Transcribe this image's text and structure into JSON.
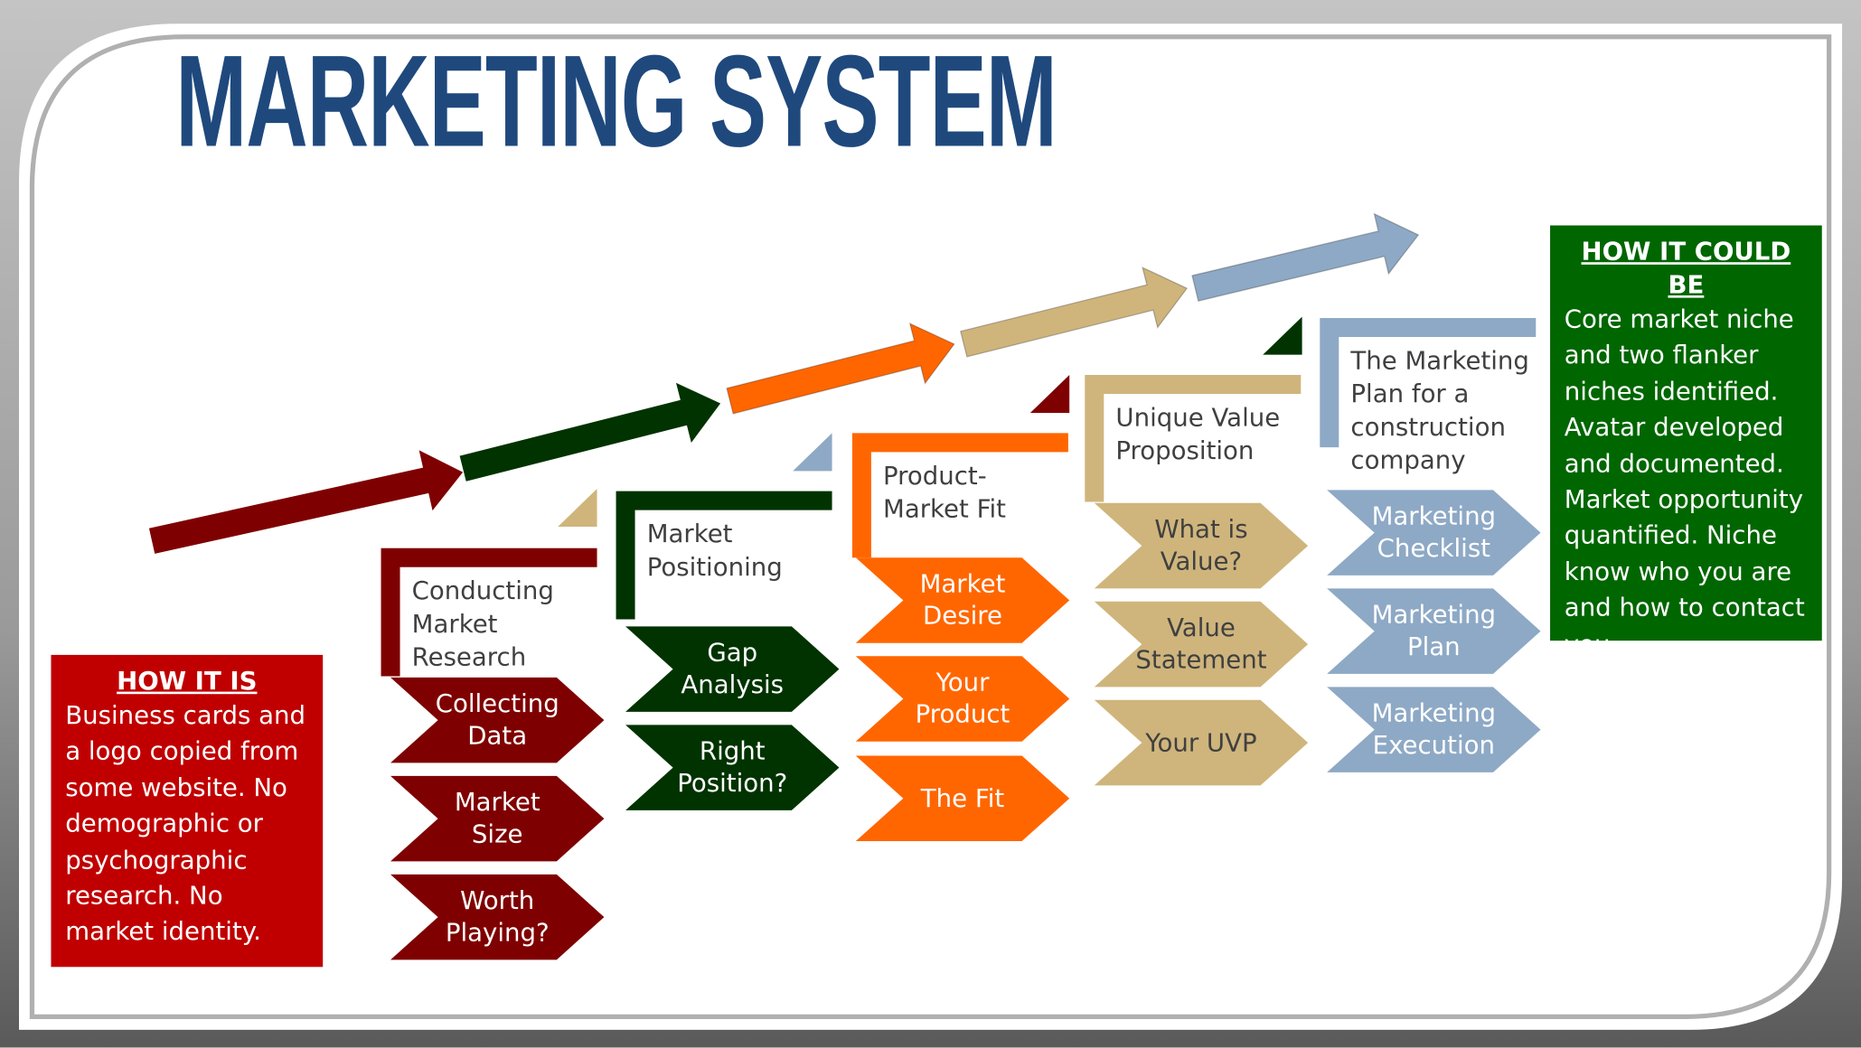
{
  "title": "MARKETING SYSTEM",
  "colors": {
    "title": "#1f497d",
    "stage1": "#7f0000",
    "stage2": "#003300",
    "stage3": "#ff6600",
    "stage4": "#cfb57c",
    "stage5": "#8ea9c5",
    "how_it_is_bg": "#c00000",
    "how_it_could_be_bg": "#006600"
  },
  "stages": [
    {
      "heading": "Conducting\nMarket\nResearch",
      "steps": [
        "Collecting\nData",
        "Market\nSize",
        "Worth\nPlaying?"
      ]
    },
    {
      "heading": "Market\nPositioning",
      "steps": [
        "Gap\nAnalysis",
        "Right\nPosition?"
      ]
    },
    {
      "heading": "Product-\nMarket Fit",
      "steps": [
        "Market\nDesire",
        "Your\nProduct",
        "The Fit"
      ]
    },
    {
      "heading": "Unique Value\nProposition",
      "steps": [
        "What is\nValue?",
        "Value\nStatement",
        "Your UVP"
      ]
    },
    {
      "heading": "The Marketing\nPlan for a\nconstruction\ncompany",
      "steps": [
        "Marketing\nChecklist",
        "Marketing\nPlan",
        "Marketing\nExecution"
      ]
    }
  ],
  "how_it_is": {
    "title": "HOW IT IS",
    "body": "Business cards and a logo copied from some website. No demographic or psychographic research. No market identity."
  },
  "how_it_could_be": {
    "title": "HOW IT COULD BE",
    "body": "Core market niche and two flanker niches identified. Avatar developed and documented. Market opportunity quantified.  Niche know who you are and how to contact you."
  }
}
